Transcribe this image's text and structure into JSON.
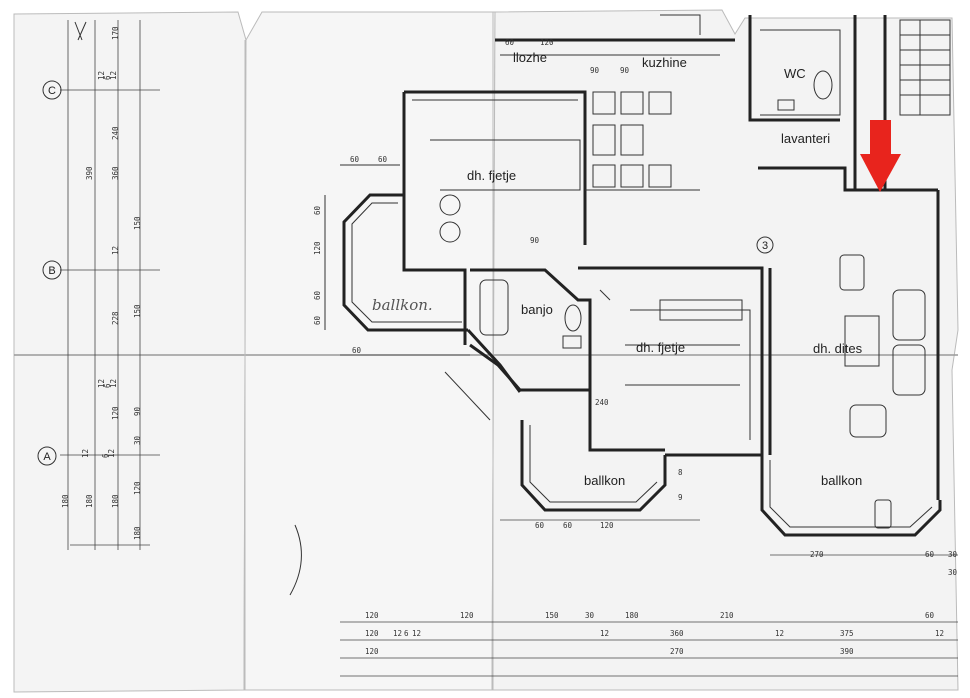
{
  "rooms": {
    "lloshe": "llozhe",
    "kuzhina": "kuzhine",
    "wc": "WC",
    "lavanteri": "lavanteri",
    "dhfjetje_top": "dh. fjetje",
    "dhfjetje_mid": "dh. fjetje",
    "dhdites": "dh. dites",
    "banjo": "banjo",
    "ballkon_left": "ballkon.",
    "ballkon_mid": "ballkon",
    "ballkon_right": "ballkon"
  },
  "axes": {
    "c": "C",
    "b": "B",
    "a": "A",
    "three": "3"
  },
  "dims": {
    "left_col": [
      "170",
      "12",
      "6",
      "12",
      "240",
      "390",
      "360",
      "150",
      "12",
      "228",
      "150",
      "12",
      "6",
      "12",
      "120",
      "90",
      "30",
      "12",
      "6",
      "12",
      "120",
      "180",
      "180",
      "180",
      "180"
    ],
    "bottom_row1": [
      "120",
      "120",
      "150",
      "30",
      "180",
      "210",
      "60"
    ],
    "bottom_row2": [
      "120",
      "12",
      "6",
      "12",
      "12",
      "360",
      "12",
      "375",
      "12"
    ],
    "bottom_row3": [
      "120",
      "270",
      "390"
    ],
    "misc": [
      "60",
      "60",
      "60",
      "120",
      "60",
      "60",
      "60",
      "60",
      "120",
      "60",
      "60",
      "120",
      "240",
      "270",
      "30",
      "60",
      "30",
      "8",
      "9",
      "90",
      "90",
      "90"
    ]
  },
  "colors": {
    "arrow": "#e8241d",
    "ink": "#222222",
    "paper": "#ffffff"
  },
  "icons": {
    "arrow": "red-down-arrow-icon"
  }
}
